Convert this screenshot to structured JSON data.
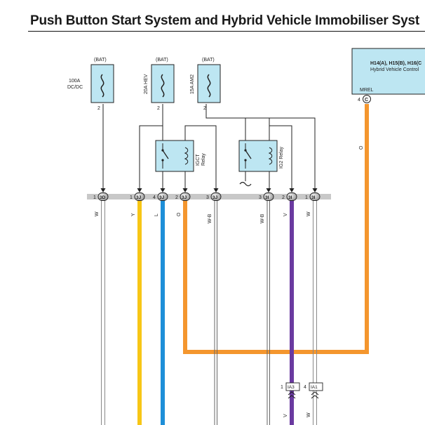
{
  "title": "Push Button Start System and Hybrid Vehicle Immobiliser Syst",
  "colors": {
    "Y": "#f7c616",
    "L": "#1e8fd8",
    "O": "#f4962e",
    "V": "#6a3aa0",
    "W": "#bfbfbf",
    "W-B": "#9a9a9a",
    "component_fill": "#bde6f2",
    "bus_bar": "#c8c8c8"
  },
  "fuses": [
    {
      "id": "fuse-100a",
      "source": "(BAT)",
      "label": "100A DC/DC",
      "pin": "2"
    },
    {
      "id": "fuse-20a",
      "source": "(BAT)",
      "label": "20A HEV",
      "pin": "2"
    },
    {
      "id": "fuse-15a",
      "source": "(BAT)",
      "label": "15A AM2",
      "pin": "2"
    }
  ],
  "relays": [
    {
      "id": "igct-relay",
      "label": "IGCT Relay"
    },
    {
      "id": "ig2-relay",
      "label": "IG2 Relay"
    }
  ],
  "ecu": {
    "title": "H14(A), H15(B), H16(C",
    "subtitle": "Hybrid Vehicle Control",
    "terminal": "MREL",
    "pin": "4",
    "connector": "C"
  },
  "junction": [
    {
      "pin": "1",
      "connector": "3D",
      "wire": "W",
      "color": "W"
    },
    {
      "pin": "1",
      "connector": "3J",
      "wire": "Y",
      "color": "Y"
    },
    {
      "pin": "4",
      "connector": "3J",
      "wire": "L",
      "color": "L"
    },
    {
      "pin": "2",
      "connector": "3J",
      "wire": "O",
      "color": "O"
    },
    {
      "pin": "3",
      "connector": "3J",
      "wire": "W-B",
      "color": "W-B"
    },
    {
      "pin": "3",
      "connector": "3I",
      "wire": "W-B",
      "color": "W-B"
    },
    {
      "pin": "2",
      "connector": "3I",
      "wire": "V",
      "color": "V"
    },
    {
      "pin": "1",
      "connector": "3I",
      "wire": "W",
      "color": "W"
    }
  ],
  "ecu_wire_label": "O",
  "bottom_connectors": [
    {
      "pin": "1",
      "connector": "IA3",
      "wire": "V",
      "color": "V"
    },
    {
      "pin": "4",
      "connector": "IA1",
      "wire": "W",
      "color": "W"
    }
  ]
}
